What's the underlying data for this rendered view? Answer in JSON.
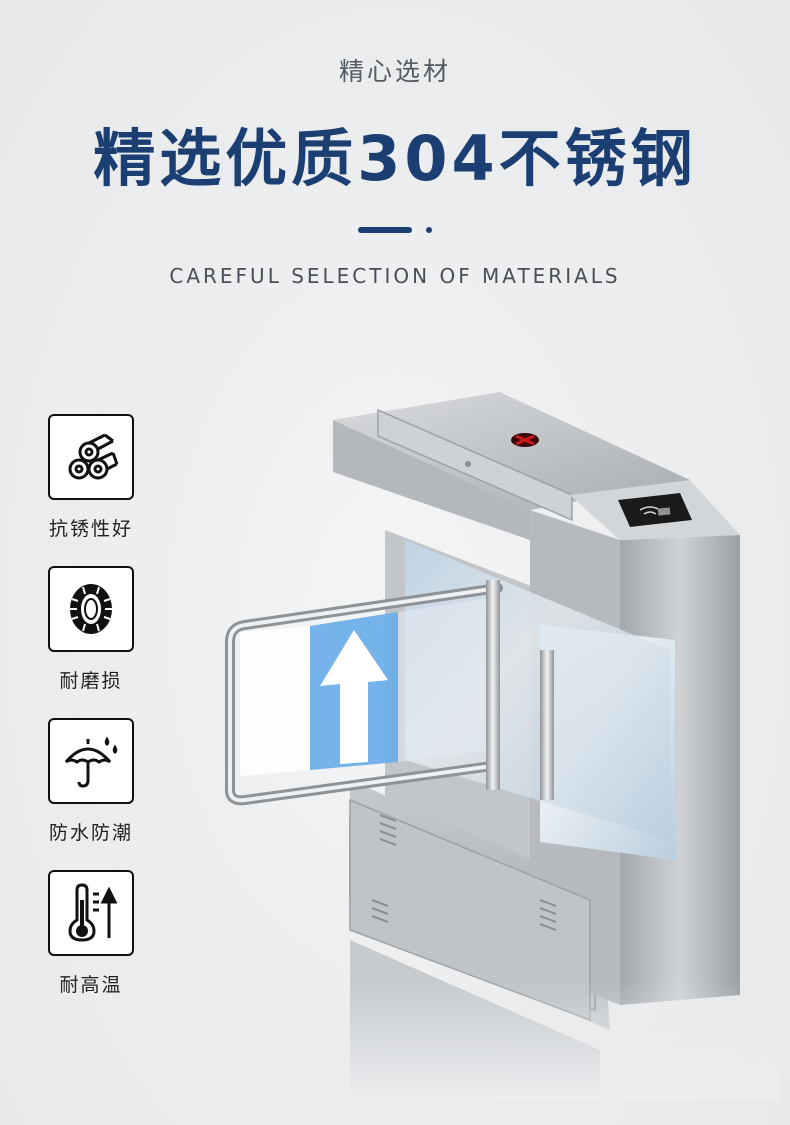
{
  "header": {
    "eyebrow": "精心选材",
    "headline": "精选优质304不锈钢",
    "subline": "CAREFUL SELECTION OF MATERIALS"
  },
  "features": [
    {
      "icon": "steel-pipes-icon",
      "label": "抗锈性好"
    },
    {
      "icon": "tire-icon",
      "label": "耐磨损"
    },
    {
      "icon": "umbrella-rain-icon",
      "label": "防水防潮"
    },
    {
      "icon": "thermometer-icon",
      "label": "耐高温"
    }
  ],
  "colors": {
    "accent": "#1b3f73",
    "arrow_panel": "#6aaee8",
    "indicator": "#d01818"
  }
}
